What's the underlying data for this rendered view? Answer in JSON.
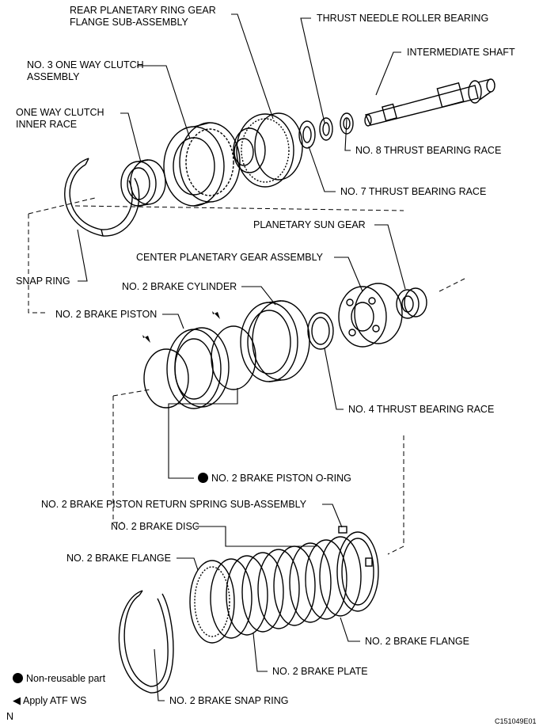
{
  "labels": {
    "rear_flange": [
      "REAR PLANETARY RING GEAR",
      "FLANGE SUB-ASSEMBLY"
    ],
    "thrust_needle": "THRUST NEEDLE ROLLER BEARING",
    "intermediate_shaft": "INTERMEDIATE SHAFT",
    "owc_assembly": [
      "NO. 3 ONE WAY CLUTCH",
      "ASSEMBLY"
    ],
    "owc_inner": [
      "ONE WAY CLUTCH",
      "INNER RACE"
    ],
    "race8": "NO. 8 THRUST BEARING RACE",
    "race7": "NO. 7 THRUST BEARING RACE",
    "sun_gear": "PLANETARY SUN GEAR",
    "center_planetary": "CENTER PLANETARY GEAR ASSEMBLY",
    "snap_ring": "SNAP RING",
    "brake_cylinder": "NO. 2 BRAKE CYLINDER",
    "brake_piston": "NO. 2 BRAKE PISTON",
    "race4": "NO. 4 THRUST BEARING RACE",
    "oring": "NO. 2 BRAKE PISTON O-RING",
    "return_spring": "NO. 2 BRAKE PISTON RETURN SPRING SUB-ASSEMBLY",
    "brake_disc": "NO. 2 BRAKE DISC",
    "brake_flange_left": "NO. 2 BRAKE FLANGE",
    "brake_flange_right": "NO. 2 BRAKE FLANGE",
    "brake_plate": "NO. 2 BRAKE PLATE",
    "brake_snap_ring": "NO. 2 BRAKE SNAP RING"
  },
  "legend": {
    "non_reusable": "Non-reusable part",
    "apply_atf": "Apply ATF WS"
  },
  "corner_mark": "N",
  "figure_code": "C151049E01"
}
